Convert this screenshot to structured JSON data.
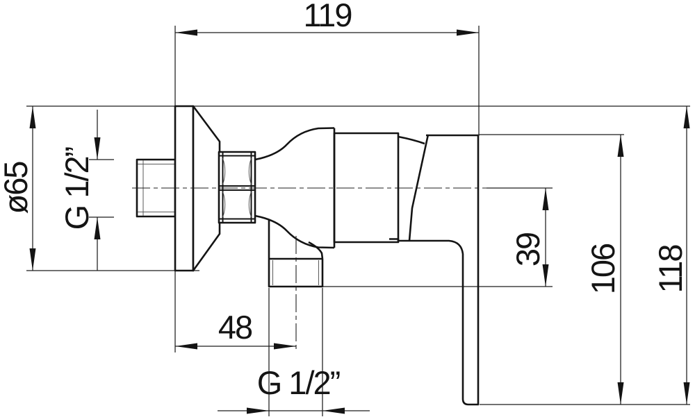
{
  "drawing": {
    "background_color": "#ffffff",
    "line_color": "#141414",
    "labels": {
      "overall_width": "119",
      "escutcheon_diameter": "ø65",
      "inlet_thread": "G 1/2”",
      "wall_to_outlet_axis": "48",
      "outlet_thread": "G 1/2”",
      "axis_to_outlet_bottom": "39",
      "handle_to_lever_height": "106",
      "overall_height": "118"
    }
  }
}
